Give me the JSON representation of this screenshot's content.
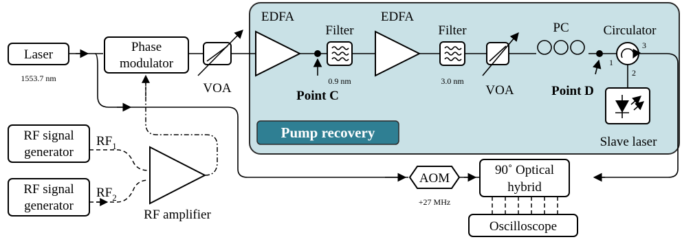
{
  "colors": {
    "panel_fill": "#c9e1e6",
    "panel_stroke": "#2a2a2a",
    "badge_fill": "#2f7f93",
    "badge_text": "#ffffff"
  },
  "components": {
    "laser": "Laser",
    "laser_wavelength": "1553.7 nm",
    "phase_modulator_line1": "Phase",
    "phase_modulator_line2": "modulator",
    "voa_1": "VOA",
    "rf_gen1_line1": "RF signal",
    "rf_gen1_line2": "generator",
    "rf_gen2_line1": "RF signal",
    "rf_gen2_line2": "generator",
    "rf1_main": "RF",
    "rf1_sub": "1",
    "rf2_main": "RF",
    "rf2_sub": "2",
    "rf_amplifier": "RF amplifier",
    "aom": "AOM",
    "aom_shift": "+27 MHz",
    "hybrid_line1": "90˚ Optical",
    "hybrid_line2": "hybrid",
    "oscilloscope": "Oscilloscope"
  },
  "pump_recovery": {
    "badge": "Pump recovery",
    "edfa_1": "EDFA",
    "edfa_2": "EDFA",
    "filter_1": "Filter",
    "filter_1_bw": "0.9 nm",
    "filter_2": "Filter",
    "filter_2_bw": "3.0 nm",
    "voa_2": "VOA",
    "pc": "PC",
    "circulator": "Circulator",
    "port_1": "1",
    "port_2": "2",
    "port_3": "3",
    "point_c": "Point C",
    "point_d": "Point D",
    "slave_laser": "Slave laser"
  },
  "icons": [
    "arrow-head-icon",
    "amplifier-triangle-icon",
    "bandpass-filter-icon",
    "attenuator-icon",
    "polarization-controller-icon",
    "circulator-icon",
    "laser-diode-icon"
  ]
}
